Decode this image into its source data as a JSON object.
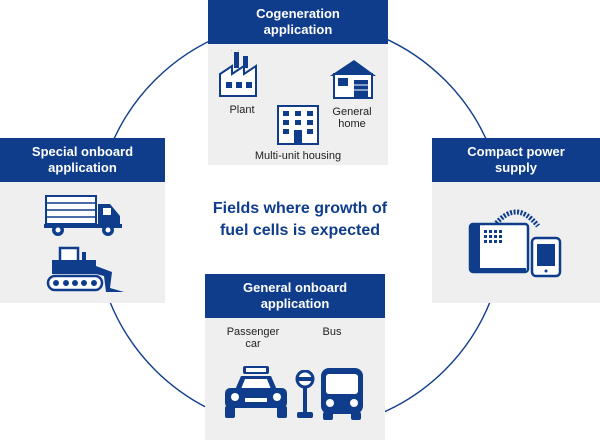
{
  "center_title": "Fields where growth of\nfuel cells is expected",
  "colors": {
    "accent": "#0f3d8c",
    "panel_bg": "#efefef"
  },
  "cogeneration": {
    "title": "Cogeneration\napplication",
    "labels": {
      "plant": "Plant",
      "general_home": "General\nhome",
      "multi_unit": "Multi-unit housing"
    },
    "icons": [
      "factory-icon",
      "house-icon",
      "apartment-building-icon"
    ]
  },
  "special_onboard": {
    "title": "Special onboard\napplication",
    "icons": [
      "truck-icon",
      "bulldozer-icon"
    ]
  },
  "compact_power": {
    "title": "Compact power\nsupply",
    "icons": [
      "portable-generator-icon",
      "mobile-device-icon"
    ]
  },
  "general_onboard": {
    "title": "General onboard\napplication",
    "labels": {
      "passenger_car": "Passenger\ncar",
      "bus": "Bus"
    },
    "icons": [
      "taxi-icon",
      "bus-stop-icon",
      "bus-icon"
    ]
  }
}
